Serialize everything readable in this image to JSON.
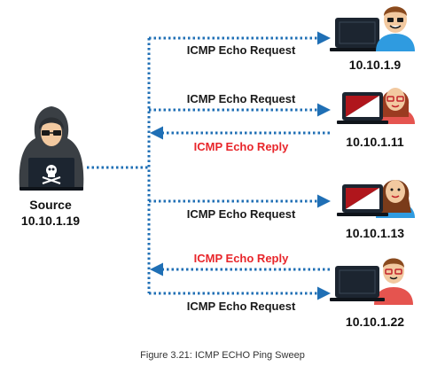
{
  "source": {
    "label": "Source",
    "ip": "10.10.1.19"
  },
  "messages": {
    "request": "ICMP Echo Request",
    "reply": "ICMP Echo Reply"
  },
  "targets": [
    {
      "ip": "10.10.1.9",
      "gender": "male",
      "responds": false
    },
    {
      "ip": "10.10.1.11",
      "gender": "female",
      "responds": true
    },
    {
      "ip": "10.10.1.13",
      "gender": "female",
      "responds": false
    },
    {
      "ip": "10.10.1.22",
      "gender": "male",
      "responds": true
    }
  ],
  "caption": "Figure 3.21: ICMP ECHO Ping Sweep",
  "colors": {
    "arrow": "#1f6fb5",
    "request_text": "#1a1a1a",
    "reply_text": "#e8262b",
    "laptop": "#1c2530",
    "screen_red": "#b0161c",
    "hacker": "#3a3f44"
  }
}
